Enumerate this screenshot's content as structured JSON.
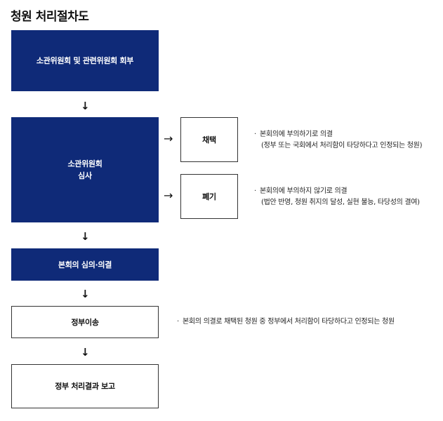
{
  "title": "청원 처리절차도",
  "steps": {
    "committee_referral": "소관위원회 및 관련위원회 회부",
    "committee_review_line1": "소관위원회",
    "committee_review_line2": "심사",
    "plenary": "본회의 심의·의결",
    "gov_transfer": "정부이송",
    "gov_report": "정부 처리결과 보고"
  },
  "outcomes": {
    "adopt": "채택",
    "discard": "폐기"
  },
  "notes": {
    "bullet": "·",
    "adopt_line1": "본회의에 부의하기로 의결",
    "adopt_line2": "(정부 또는 국회에서 처리함이 타당하다고 인정되는 청원)",
    "discard_line1": "본회의에 부의하지 않기로 의결",
    "discard_line2": "(법안 반영, 청원 취지의 달성, 실현 불능, 타당성의 결여)",
    "transfer_line1": "본회의 의결로 채택된 청원 중 정부에서 처리함이 타당하다고 인정되는 청원"
  },
  "symbols": {
    "arrow_down": "↓",
    "arrow_right": "→"
  },
  "colors": {
    "dark_box": "#0f2a78",
    "light_box_border": "#333333"
  }
}
